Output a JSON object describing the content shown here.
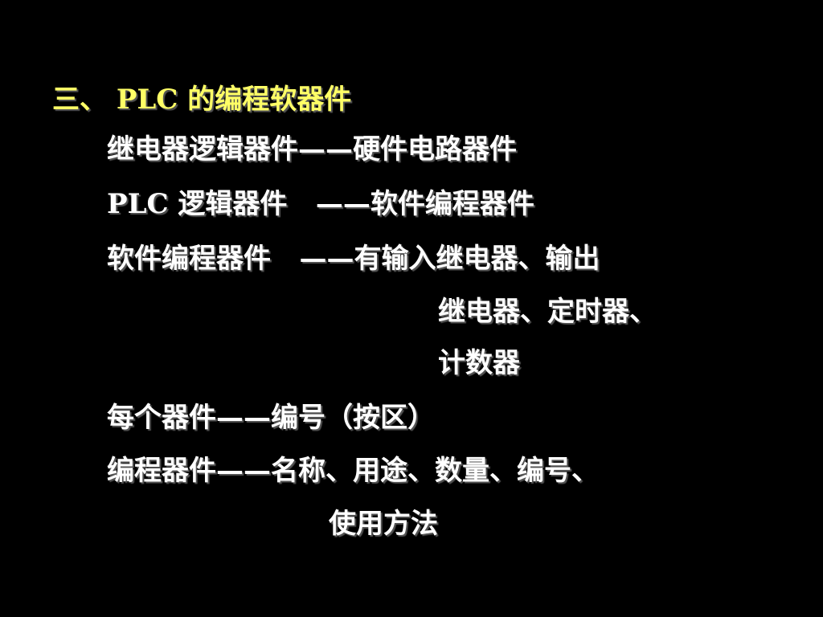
{
  "colors": {
    "background": "#000000",
    "title": "#ffff66",
    "text": "#ffffff"
  },
  "slide": {
    "title": "三、 PLC 的编程软器件",
    "lines": [
      "继电器逻辑器件——硬件电路器件",
      "PLC 逻辑器件   ——软件编程器件",
      "软件编程器件   ——有输入继电器、输出",
      "继电器、定时器、",
      "计数器",
      "每个器件——编号（按区）",
      "编程器件——名称、用途、数量、编号、",
      "使用方法"
    ]
  }
}
